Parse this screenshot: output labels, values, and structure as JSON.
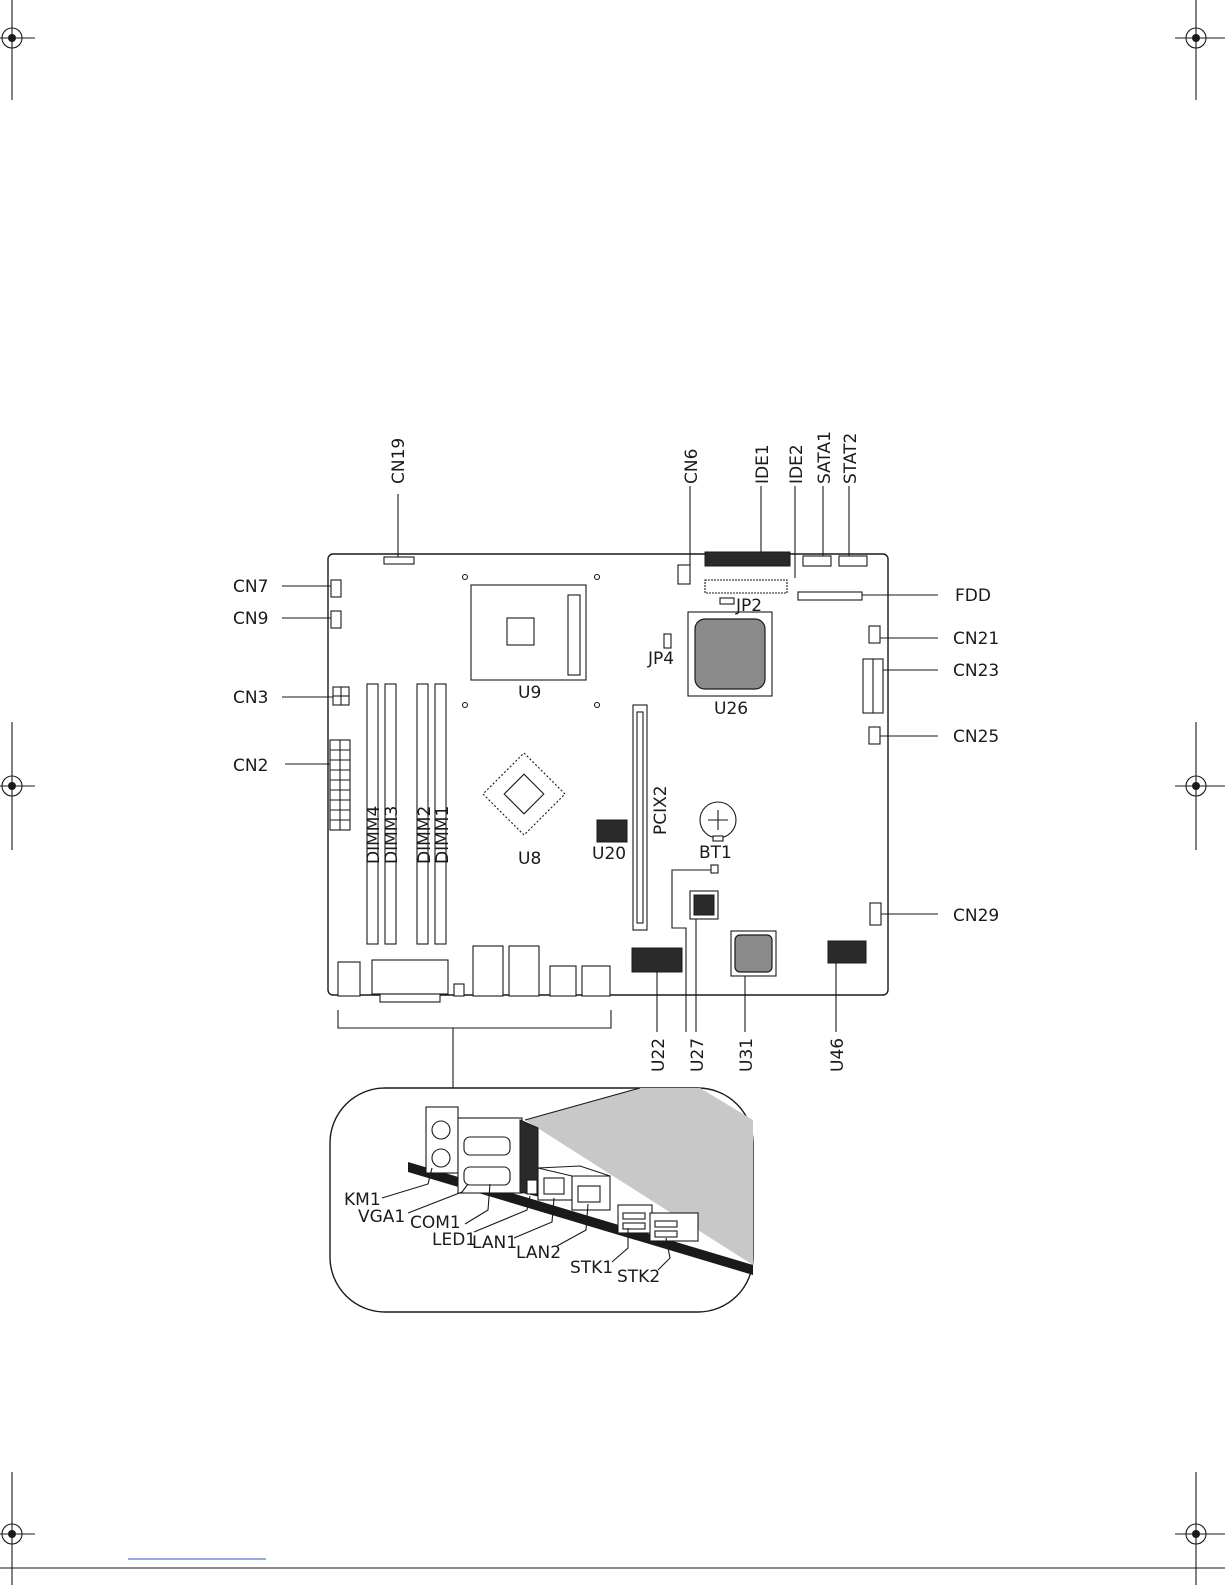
{
  "labels": {
    "cn19": "CN19",
    "cn6": "CN6",
    "ide1": "IDE1",
    "ide2": "IDE2",
    "sata1": "SATA1",
    "stat2": "STAT2",
    "cn7": "CN7",
    "cn9": "CN9",
    "cn3": "CN3",
    "cn2": "CN2",
    "fdd": "FDD",
    "cn21": "CN21",
    "cn23": "CN23",
    "cn25": "CN25",
    "cn29": "CN29",
    "jp2": "JP2",
    "jp4": "JP4",
    "u9": "U9",
    "u26": "U26",
    "u8": "U8",
    "u20": "U20",
    "pcix2": "PCIX2",
    "bt1": "BT1",
    "dimm4": "DIMM4",
    "dimm3": "DIMM3",
    "dimm2": "DIMM2",
    "dimm1": "DIMM1",
    "u22": "U22",
    "u27": "U27",
    "u31": "U31",
    "u46": "U46",
    "km1": "KM1",
    "vga1": "VGA1",
    "com1": "COM1",
    "led1": "LED1",
    "lan1": "LAN1",
    "lan2": "LAN2",
    "stk1": "STK1",
    "stk2": "STK2"
  },
  "colors": {
    "ink": "#1a1a1a",
    "chip": "#8a8a8a",
    "inset_panel": "#c8c8c8"
  }
}
